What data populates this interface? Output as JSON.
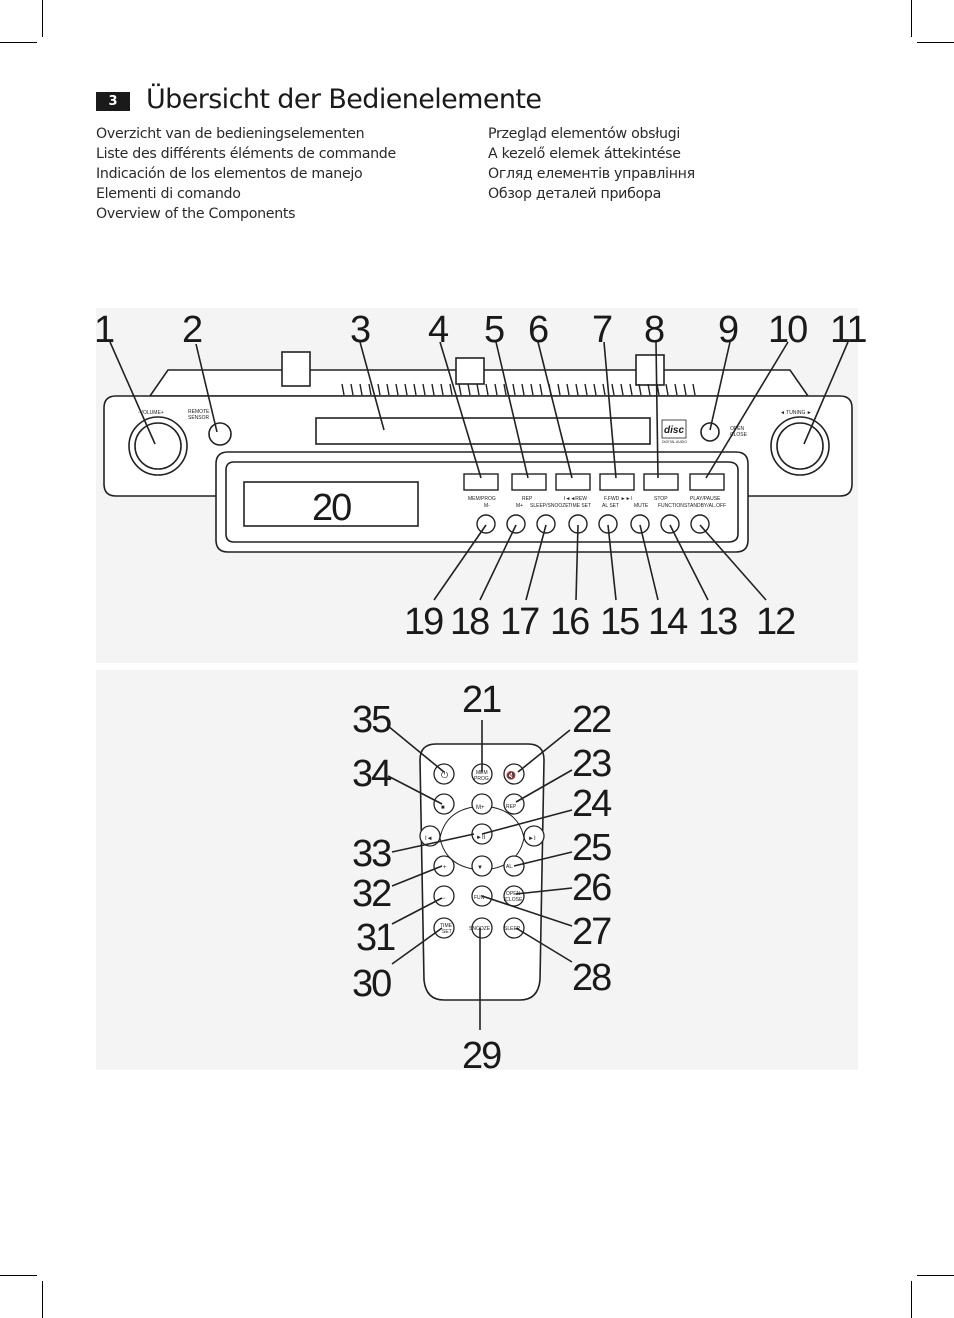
{
  "page": {
    "page_number": "3",
    "title": "Übersicht der Bedienelemente",
    "subtitles_left": [
      "Overzicht van de bedieningselementen",
      "Liste des différents éléments de commande",
      "Indicación de los elementos de manejo",
      "Elementi di comando",
      "Overview of the Components"
    ],
    "subtitles_right": [
      "Przegląd elementów obsługi",
      "A kezelő elemek áttekintése",
      "Огляд елементів управління",
      "Обзор деталей прибора"
    ]
  },
  "device": {
    "callouts_top": [
      "1",
      "2",
      "3",
      "4",
      "5",
      "6",
      "7",
      "8",
      "9",
      "10",
      "11"
    ],
    "callouts_bottom": [
      "19",
      "18",
      "17",
      "16",
      "15",
      "14",
      "13",
      "12"
    ],
    "display_number": "20",
    "labels": {
      "volume": "-VOLUME+",
      "remote_sensor_1": "REMOTE",
      "remote_sensor_2": "SENSOR",
      "tuning": "◄  TUNING  ►",
      "open_close_1": "OPEN",
      "open_close_2": "CLOSE",
      "cd_logo": "disc",
      "cd_logo_sub": "DIGITAL AUDIO",
      "btn4_top": "MEM/PROG",
      "btn4_bot": "M-",
      "btn5_top": "REP",
      "btn5_bot": "M+",
      "btn6_top": "I◄◄REW",
      "btn6_bot": "TIME SET",
      "btn7_top": "F.FWD ►►I",
      "btn7_bot": "AL SET",
      "btn8_top": "STOP",
      "btn8_bot": "FUNCTION",
      "btn9_top": "PLAY/PAUSE",
      "btn9_bot": "STANDBY/AL.OFF",
      "sleep_snooze": "SLEEP/SNOOZE",
      "mute": "MUTE"
    }
  },
  "remote": {
    "callouts_left": [
      "35",
      "34",
      "33",
      "32",
      "31",
      "30"
    ],
    "callouts_top": [
      "21"
    ],
    "callouts_right": [
      "22",
      "23",
      "24",
      "25",
      "26",
      "27",
      "28"
    ],
    "callouts_bottom": [
      "29"
    ],
    "buttons": {
      "power": "⏻",
      "mem_prog_1": "MEM",
      "mem_prog_2": "PROG",
      "mute": "🔇",
      "stop": "■",
      "m_plus": "M+",
      "rep": "REP",
      "prev": "I◄",
      "play": "►II",
      "next": "►I",
      "plus": "+",
      "down": "▼",
      "al": "AL.",
      "minus": "−",
      "fun": "FUN",
      "open_close_1": "OPEN",
      "open_close_2": "/CLOSE",
      "time_set_1": "TIME",
      "time_set_2": "SET",
      "snooze": "SNOOZE",
      "sleep": "SLEEP"
    }
  }
}
